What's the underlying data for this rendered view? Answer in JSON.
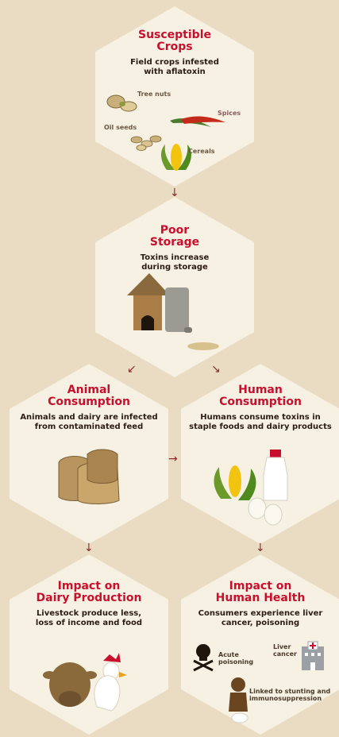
{
  "colors": {
    "background": "#e9dcc3",
    "hexagon": "#f7f1e3",
    "title": "#c8102e",
    "arrow": "#8b2a2a"
  },
  "arrow_glyphs": {
    "down": "↓",
    "down_left": "↙",
    "down_right": "↘",
    "right": "→"
  },
  "nodes": {
    "crops": {
      "title": "Susceptible\nCrops",
      "desc": "Field crops infested\nwith aflatoxin",
      "labels": {
        "tree_nuts": "Tree nuts",
        "spices": "Spices",
        "oil_seeds": "Oil seeds",
        "cereals": "Cereals"
      }
    },
    "storage": {
      "title": "Poor\nStorage",
      "desc": "Toxins increase\nduring storage"
    },
    "animal": {
      "title": "Animal\nConsumption",
      "desc": "Animals and dairy are infected\nfrom contaminated feed"
    },
    "human": {
      "title": "Human\nConsumption",
      "desc": "Humans consume toxins in\nstaple foods and dairy products"
    },
    "dairy": {
      "title": "Impact on\nDairy Production",
      "desc": "Livestock produce less,\nloss of income and food"
    },
    "health": {
      "title": "Impact on\nHuman Health",
      "desc": "Consumers experience liver\ncancer, poisoning",
      "labels": {
        "acute": "Acute\npoisoning",
        "liver": "Liver\ncancer",
        "stunting": "Linked to stunting and\nimmunosuppression"
      }
    }
  }
}
